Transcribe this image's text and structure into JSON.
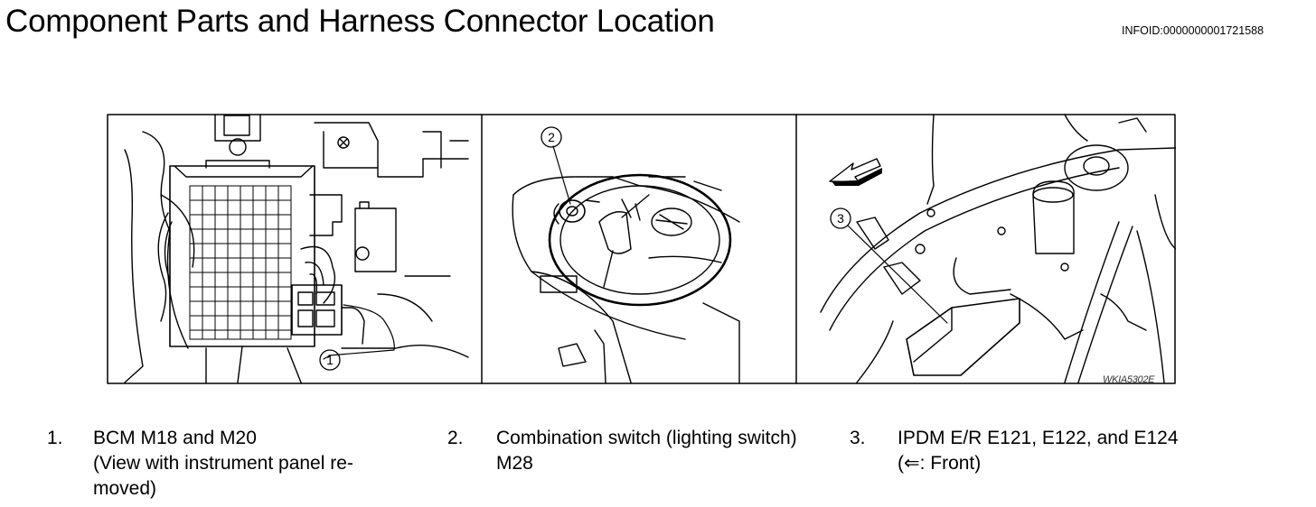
{
  "header": {
    "title": "Component Parts and Harness Connector Location",
    "info_id": "INFOID:0000000001721588"
  },
  "figure": {
    "code": "WKIA5302E",
    "markers": [
      "1",
      "2",
      "3"
    ]
  },
  "legend": [
    {
      "number": "1.",
      "lines": [
        "BCM M18 and M20",
        "(View with instrument panel re-",
        "moved)"
      ]
    },
    {
      "number": "2.",
      "lines": [
        "Combination switch (lighting switch)",
        "M28"
      ]
    },
    {
      "number": "3.",
      "lines": [
        "IPDM E/R E121, E122, and E124",
        "(⇐: Front)"
      ]
    }
  ]
}
